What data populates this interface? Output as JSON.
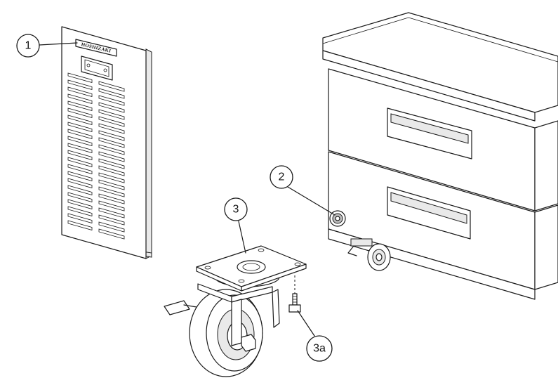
{
  "brand_plate": {
    "text": "HOSHIZAKI"
  },
  "callouts": [
    {
      "id": "1",
      "label": "1"
    },
    {
      "id": "2",
      "label": "2"
    },
    {
      "id": "3",
      "label": "3"
    },
    {
      "id": "3a",
      "label": "3a"
    }
  ]
}
